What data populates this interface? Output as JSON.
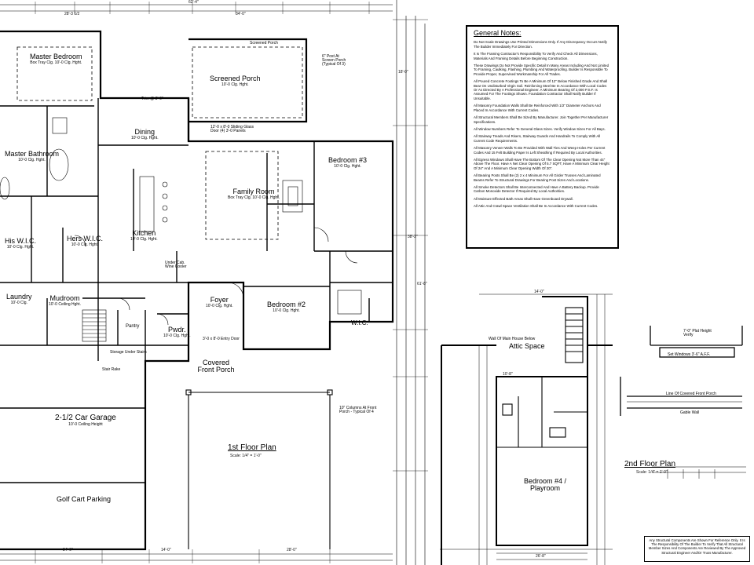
{
  "plan_titles": {
    "first_floor": "1st Floor Plan",
    "first_floor_scale": "Scale: 1/4\" = 1'-0\"",
    "second_floor": "2nd Floor Plan",
    "second_floor_scale": "Scale: 1/4\" = 1'-0\""
  },
  "rooms": {
    "master_bedroom": {
      "name": "Master Bedroom",
      "sub": "Box Tray Clg. 10'-0 Clg. Hght."
    },
    "master_bathroom": {
      "name": "Master Bathroom",
      "sub": "10'-0 Clg. Hght."
    },
    "his_wic": {
      "name": "His W.I.C.",
      "sub": "10'-0 Clg. Hght."
    },
    "hers_wic": {
      "name": "Hers W.I.C.",
      "sub": "10'-0 Clg. Hght."
    },
    "laundry": {
      "name": "Laundry",
      "sub": "10'-0 Clg."
    },
    "mudroom": {
      "name": "Mudroom",
      "sub": "10'-0 Ceiling Hght."
    },
    "dining": {
      "name": "Dining",
      "sub": "10'-0 Clg. Hght."
    },
    "kitchen": {
      "name": "Kitchen",
      "sub": "10'-0 Clg. Hght."
    },
    "screened_porch": {
      "name": "Screened Porch",
      "sub": "10'-0 Clg. Hght."
    },
    "family_room": {
      "name": "Family Room",
      "sub": "Box Tray Clg. 10'-0 Clg. Hght."
    },
    "bedroom_3": {
      "name": "Bedroom #3",
      "sub": "10'-0 Clg. Hght."
    },
    "bedroom_2": {
      "name": "Bedroom #2",
      "sub": "10'-0 Clg. Hght."
    },
    "foyer": {
      "name": "Foyer",
      "sub": "10'-0 Clg. Hght."
    },
    "powder": {
      "name": "Pwdr.",
      "sub": "10'-0 Clg. Hght."
    },
    "pantry": {
      "name": "Pantry",
      "sub": ""
    },
    "wic": {
      "name": "W.I.C.",
      "sub": ""
    },
    "covered_front_porch": {
      "name": "Covered Front Porch",
      "sub": ""
    },
    "garage": {
      "name": "2-1/2 Car Garage",
      "sub": "10'-0 Ceiling Height"
    },
    "golf_cart": {
      "name": "Golf Cart Parking",
      "sub": ""
    },
    "attic_space": {
      "name": "Attic Space",
      "sub": ""
    },
    "bedroom_4": {
      "name": "Bedroom #4 / Playroom",
      "sub": ""
    }
  },
  "annotations": {
    "screened_porch_top": "Screened Porch",
    "post_note": "6\" Post At Screen Porch (Typical Of 3)",
    "sliding_door": "12'-0 x 8'-0 Sliding Glass Door (4) 3'-0 Panels",
    "columns_note": "10\" Columns At Front Porch - Typical Of 4",
    "wall_below": "Wall Of Main House Below",
    "plate_height": "7'-0\" Plat Height Verify",
    "line_of_porch": "Line Of Covered Front Porch",
    "gable_wall": "Gable Wall",
    "windows_sill": "Set Windows 3'-6\" A.F.F.",
    "entry_door": "3'-0 x 8'-0 Entry Door",
    "stair_rake": "Stair Rake",
    "storage": "Storage Under Stairs",
    "under_cab": "Under Cab. Wine Cooler",
    "trim": "Trim @ 3'-0\""
  },
  "dimensions": {
    "overall_top": "62'-4\"",
    "top_left": "28'-3 1/2",
    "top_mid": "34'-0\"",
    "bottom_a": "24'-0\"",
    "bottom_b": "14'-0\"",
    "bottom_c": "28'-0\"",
    "right_a": "18'-0\"",
    "right_b": "38'-2\"",
    "right_c": "61'-8\"",
    "upper_a": "14'-0\"",
    "upper_b": "10'-8\"",
    "upper_c": "26'-8\""
  },
  "general_notes": {
    "title": "General Notes:",
    "items": [
      "Do Not Scale Drawings Use Printed Dimensions Only. If Any Discrepancy Occurs Notify The Builder Immediately For Direction.",
      "It Is The Framing Contractor's Responsibility To Verify And Check All Dimensions, Materials And Framing Details Before Beginning Construction.",
      "These Drawings Do Not Provide Specific Detail In Many Areas Including And Not Limited To Framing, Caulking, Flashing, Plumbing And Waterproofing. Builder Is Responsible To Provide Proper, Supervised Workmanship For All Trades.",
      "All Poured Concrete Footings To Be A Minimum Of 12\" Below Finished Grade And Shall Bear On Undisturbed Virgin Soil. Reinforcing Steel Be In Accordance With Local Codes Or As Directed By A Professional Engineer. A Minimum Bearing Of 2,000 P.S.F. Is Assumed For The Footings Shown. Foundation Contractor Shall Notify Builder If Unsuitable.",
      "All Masonry Foundation Walls Shall Be Reinforced With 1/2\" Diameter Anchors And Placed In Accordance With Current Codes.",
      "All Structural Members Shall Be Sized By Manufacturer. Join Together Per Manufacturer Specifications.",
      "All Window Numbers Refer To General Glass Sizes. Verify Window Sizes For All Bays.",
      "All Stairway Treads And Risers, Stairway Guards And Handrails To Comply With All Current Code Requirements.",
      "All Masonry Veneer Walls To Be Provided With Wall Ties And Weep Holes Per Current Codes And 15 Felt Building Paper Is Left Sheathing If Required By Local Authorities.",
      "All Egress Windows Shall Have The Bottom Of The Clear Opening Not More Than 44\" Above The Floor. Have A Net Clear Opening Of 5.7 SQFT, Have A Minimum Clear Height Of 24\" And A Minimum Clear Opening Width Of 20\".",
      "All Bearing Posts Shall Be (2) 2 x 4 Minimum For All Girder Trusses And Laminated Beams Refer To Structural Drawings For Bearing Post Sizes And Locations.",
      "All Smoke Detectors Shall Be Interconnected And Have A Battery Backup. Provide Carbon Monoxide Detector If Required By Local Authorities.",
      "All Moisture Effected Bath Areas Shall Have Greenboard Drywall.",
      "All Attic And Crawl Space Ventilation Shall Be In Accordance With Current Codes."
    ]
  },
  "disclaimer": "Any Structural Components Are Shown For Reference Only. It Is The Responsibility Of The Builder To Verify That All Structural Member Sizes And Components Are Reviewed By The Approved Structural Engineer And/Or Truss Manufacturer."
}
